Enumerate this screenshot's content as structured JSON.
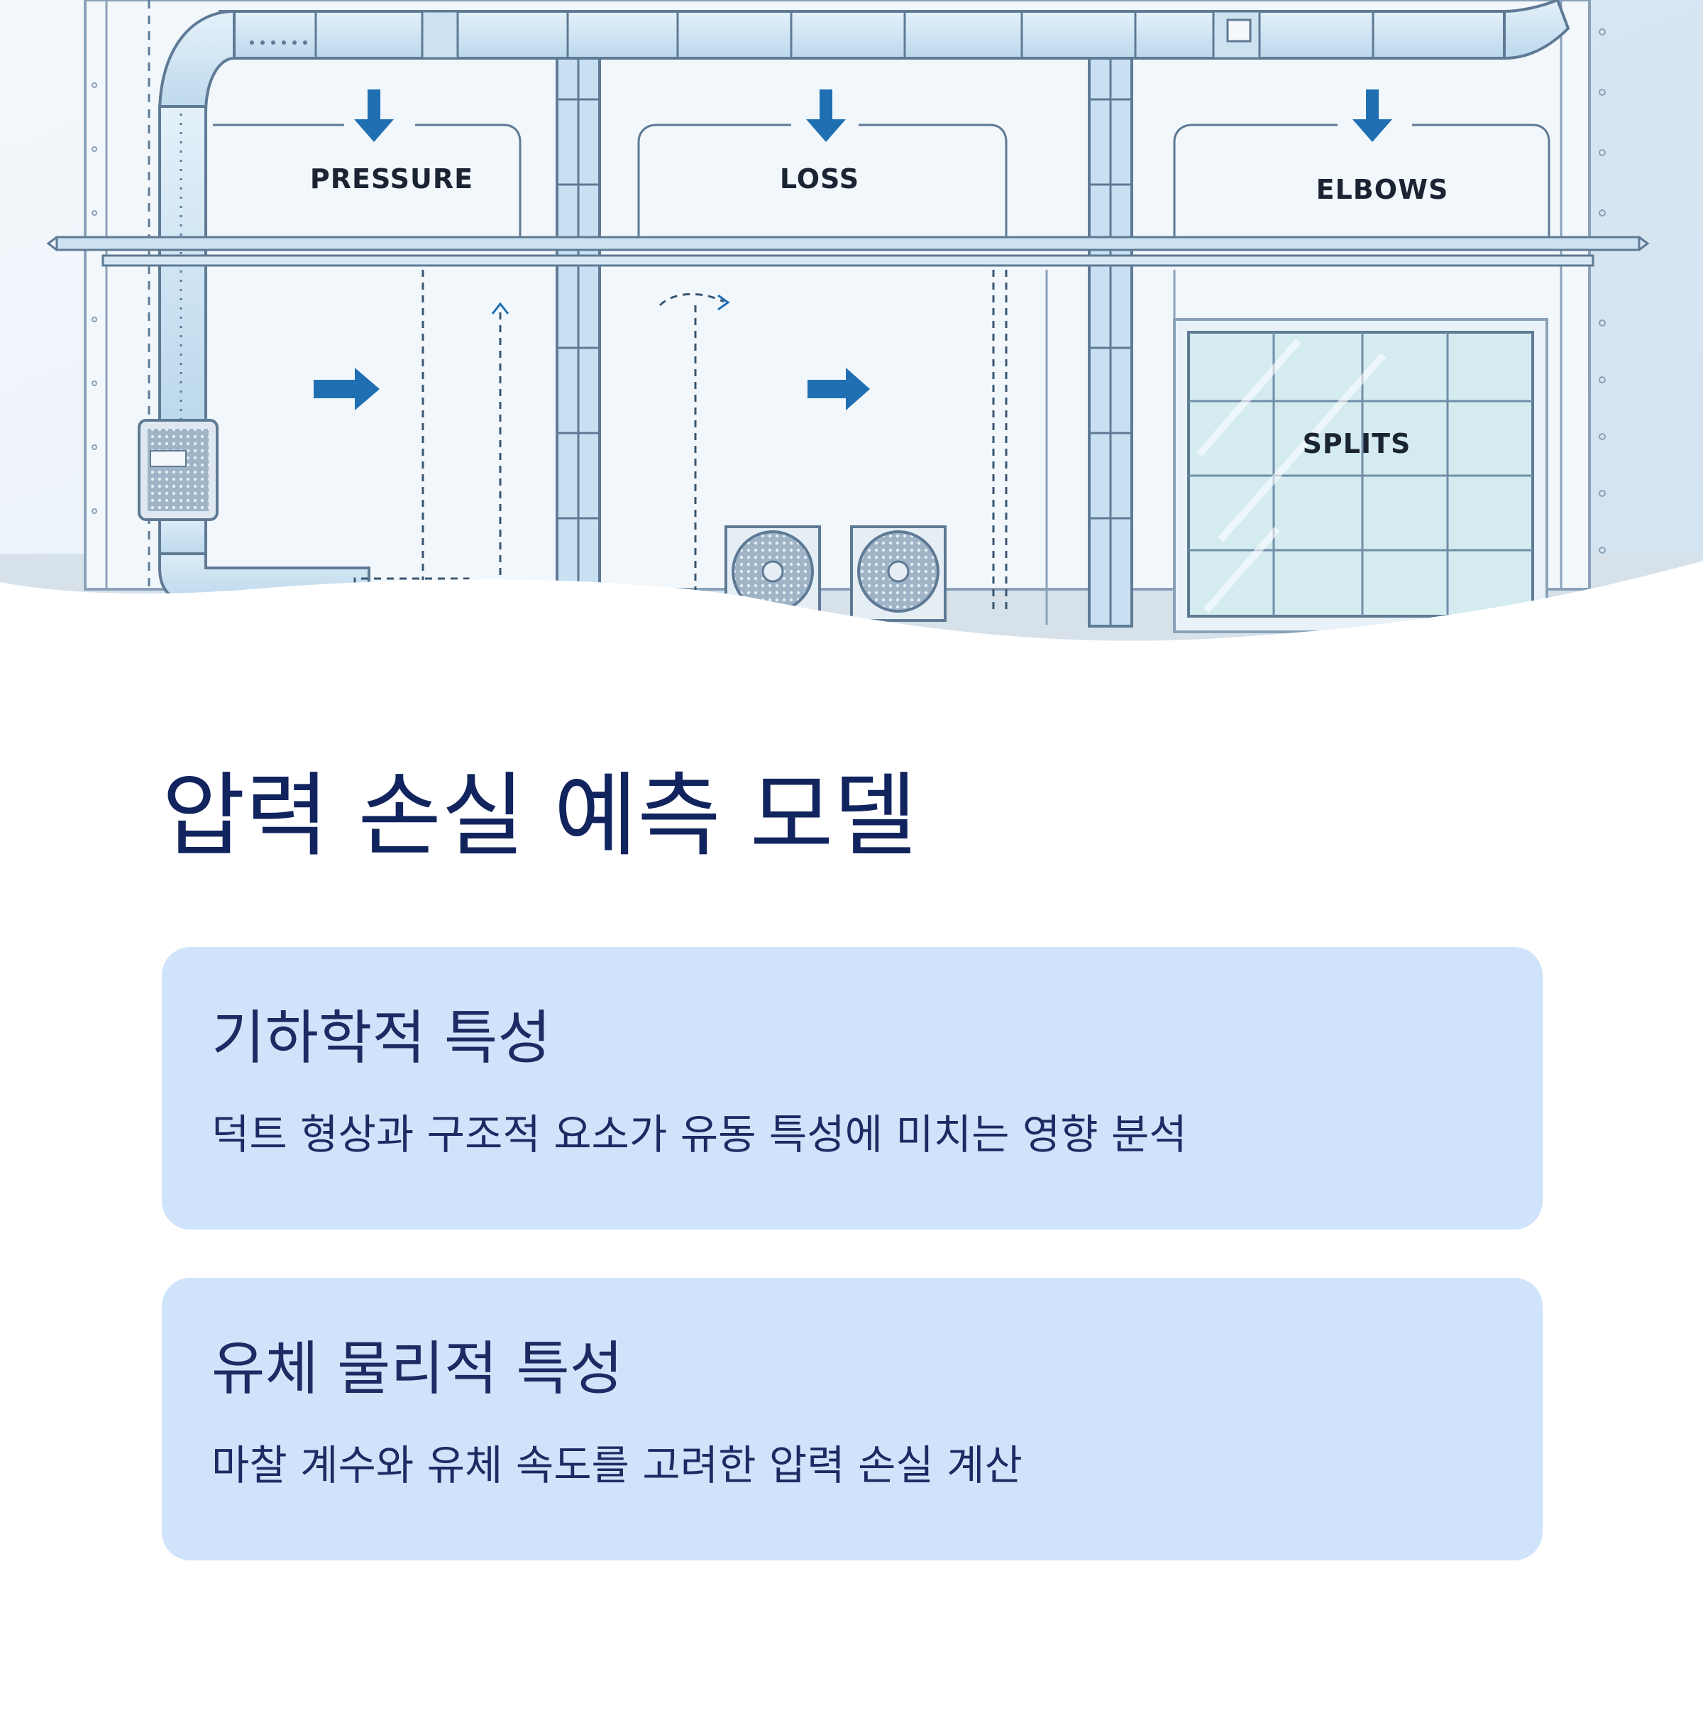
{
  "diagram": {
    "labels": {
      "pressure": "PRESSURE",
      "loss": "LOSS",
      "elbows": "ELBOWS",
      "splits": "SPLITS"
    },
    "colors": {
      "duct_fill": "#d3e7f5",
      "line": "#5e7a94",
      "arrow": "#1f6fb2",
      "background": "#eef4fa"
    }
  },
  "page": {
    "title": "압력 손실 예측 모델"
  },
  "cards": [
    {
      "title": "기하학적 특성",
      "text": "덕트 형상과 구조적 요소가 유동 특성에 미치는 영향 분석"
    },
    {
      "title": "유체 물리적 특성",
      "text": "마찰 계수와 유체 속도를 고려한 압력 손실 계산"
    }
  ],
  "colors": {
    "title_text": "#12245e",
    "card_background": "#cfe4fa",
    "card_text": "#1c2b63"
  }
}
